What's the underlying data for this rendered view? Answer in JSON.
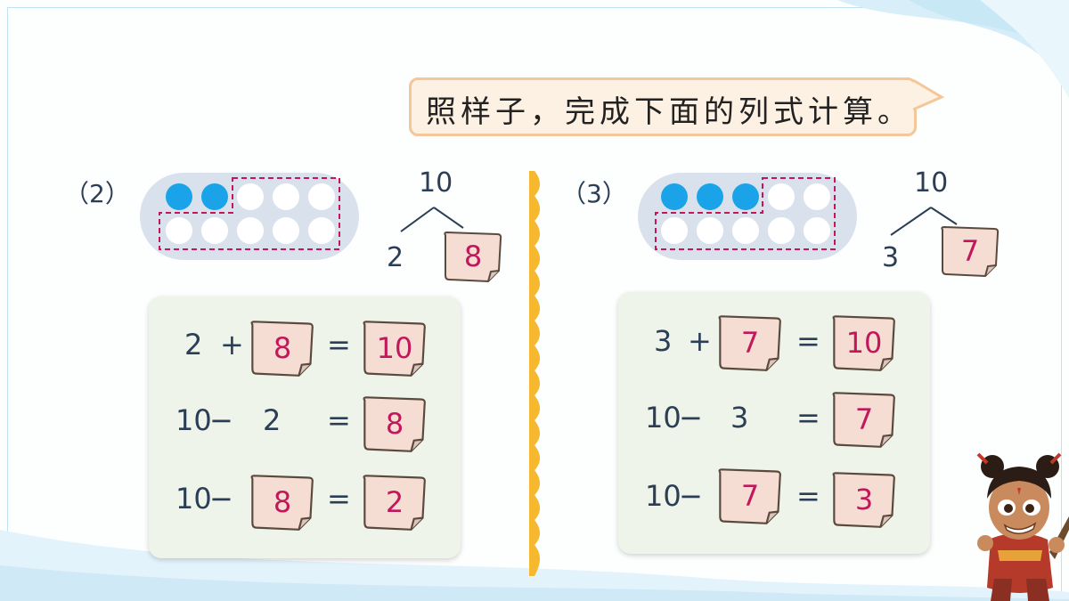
{
  "instruction": "照样子，完成下面的列式计算。",
  "problems": [
    {
      "label": "（2）",
      "blue_dots": 2,
      "total": "10",
      "known_part": "2",
      "missing_part": "8",
      "equations": [
        {
          "a": "2",
          "op": "+",
          "b": "8",
          "eq": "=",
          "result": "10"
        },
        {
          "a": "10",
          "op": "−",
          "b": "2",
          "eq": "=",
          "result": "8"
        },
        {
          "a": "10",
          "op": "−",
          "b": "8",
          "eq": "=",
          "result": "2"
        }
      ]
    },
    {
      "label": "（3）",
      "blue_dots": 3,
      "total": "10",
      "known_part": "3",
      "missing_part": "7",
      "equations": [
        {
          "a": "3",
          "op": "+",
          "b": "7",
          "eq": "=",
          "result": "10"
        },
        {
          "a": "10",
          "op": "−",
          "b": "3",
          "eq": "=",
          "result": "7"
        },
        {
          "a": "10",
          "op": "−",
          "b": "7",
          "eq": "=",
          "result": "3"
        }
      ]
    }
  ],
  "colors": {
    "accent_blue": "#1aa3e8",
    "answer_magenta": "#c2185b",
    "dash_magenta": "#c2185b"
  }
}
